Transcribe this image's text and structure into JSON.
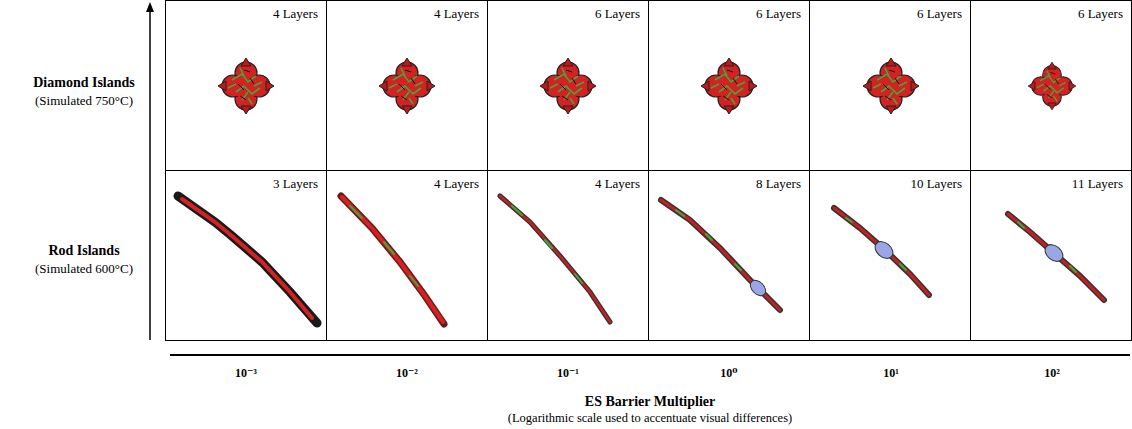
{
  "diagram": {
    "nodes": [
      {
        "text": [
          "4 Layers"
        ]
      },
      {
        "text": [
          "4 Layers"
        ]
      },
      {
        "text": [
          "6 Layers"
        ]
      },
      {
        "text": [
          "6 Layers"
        ]
      },
      {
        "text": [
          "6 Layers"
        ]
      },
      {
        "text": [
          "6 Layers"
        ]
      },
      {
        "text": [
          "3 Layers"
        ]
      },
      {
        "text": [
          "4 Layers"
        ]
      },
      {
        "text": [
          "4 Layers"
        ]
      },
      {
        "text": [
          "8 Layers"
        ]
      },
      {
        "text": [
          "10 Layers"
        ]
      },
      {
        "text": [
          "11 Layers"
        ]
      }
    ],
    "labels": [
      "Diamond Islands",
      "(Simulated 750°C)",
      "Rod Islands",
      "(Simulated 600°C)",
      "10⁻³",
      "10⁻²",
      "10⁻¹",
      "10⁰",
      "10¹",
      "10²",
      "ES Barrier Multiplier",
      "(Logarithmic scale used to accentuate visual differences)"
    ]
  }
}
